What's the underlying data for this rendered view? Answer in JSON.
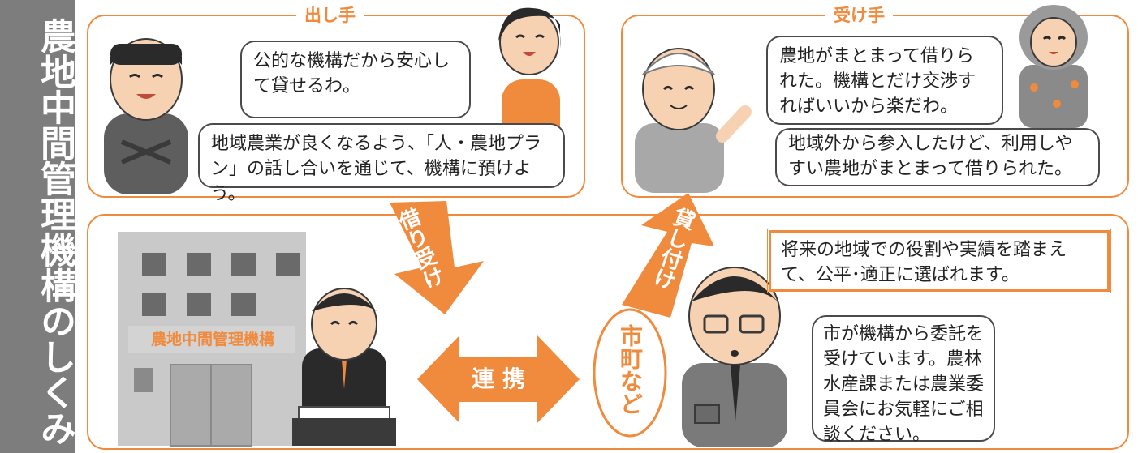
{
  "sidebar": {
    "title": "農地中間管理機構のしくみ"
  },
  "lender_panel": {
    "label": "出し手",
    "speech_woman": "公的な機構だから安心して貸せるわ。",
    "speech_man": "地域農業が良くなるよう、「人・農地プラン」の話し合いを通じて、機構に預けよう。"
  },
  "borrower_panel": {
    "label": "受け手",
    "speech_woman": "農地がまとまって借りられた。機構とだけ交渉すればいいから楽だわ。",
    "speech_man": "地域外から参入したけど、利用しやすい農地がまとまって借りられた。"
  },
  "flows": {
    "borrow_label": "借り受け",
    "lend_label": "貸し付け",
    "coop_label": "連 携"
  },
  "organization": {
    "building_sign": "農地中間管理機構",
    "municipality_label": "市町など",
    "selection_note": "将来の地域での役割や実績を踏まえて、公平･適正に選ばれます。",
    "speech_official": "市が機構から委託を受けています。農林水産課または農業委員会にお気軽にご相談ください。"
  },
  "colors": {
    "accent": "#f08a3c",
    "sidebar": "#7d7d7d",
    "border": "#4a4a4a"
  },
  "icons": [
    "farmer-man-icon",
    "woman-icon",
    "headband-farmer-icon",
    "bonnet-woman-icon",
    "official-icon",
    "clerk-icon",
    "building-icon"
  ]
}
